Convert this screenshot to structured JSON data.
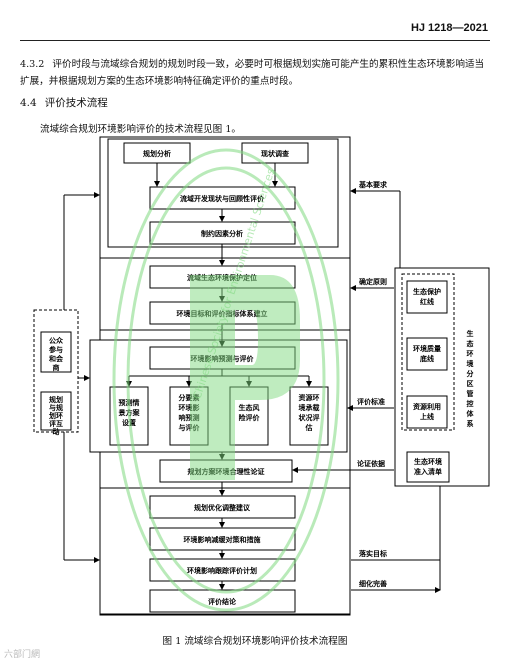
{
  "header": {
    "code": "HJ 1218—2021"
  },
  "section_432": {
    "number": "4.3.2",
    "text": "评价时段与流域综合规划的规划时段一致，必要时可根据规划实施可能产生的累积性生态环境影响适当扩展，并根据规划方案的生态环境影响特征确定评价的重点时段。"
  },
  "section_44": {
    "number": "4.4",
    "title": "评价技术流程"
  },
  "intro": "流域综合规划环境影响评价的技术流程见图 1。",
  "flow": {
    "top_left": "规划分析",
    "top_right": "现状调查",
    "step1": "流域开发现状与回顾性评价",
    "step2": "制约因素分析",
    "step3": "流域生态环境保护定位",
    "step4": "环境目标和评价指标体系建立",
    "predict_title": "环境影响预测与评价",
    "sub1": "预测情景方案设置",
    "sub2": "分要素环境影响预测与评价",
    "sub3": "生态风险评价",
    "sub4": "资源环境承载状况评估",
    "step6": "规划方案环境合理性论证",
    "step7": "规划优化调整建议",
    "step8": "环境影响减缓对策和措施",
    "step9": "环境影响跟踪评价计划",
    "step10": "评价结论",
    "left_top": "公众参与和会商",
    "left_bottom": "规划与规划环评互动",
    "right_1": "生态保护红线",
    "right_2": "环境质量底线",
    "right_3": "资源利用上线",
    "right_vertical": "生态环境分区管控体系",
    "right_4": "生态环境准入清单",
    "arrow_1": "基本要求",
    "arrow_2": "确定原则",
    "arrow_3": "评价标准",
    "arrow_4": "论证依据",
    "arrow_5": "落实目标",
    "arrow_6": "细化完善"
  },
  "watermark": {
    "text": "Chinese Society for Environmental Sciences",
    "corner": "六部门網"
  },
  "caption": "图 1    流域综合规划环境影响评价技术流程图"
}
